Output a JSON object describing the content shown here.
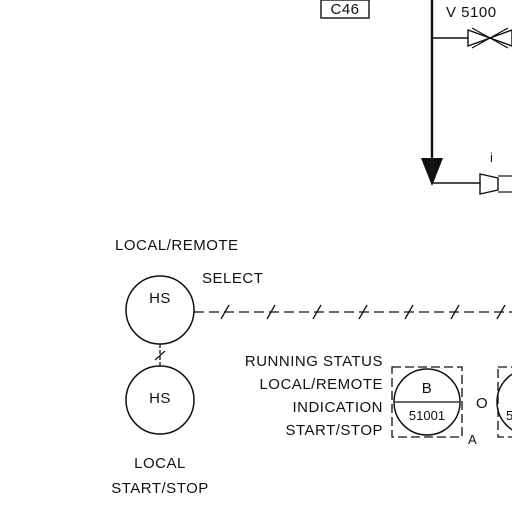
{
  "drawing": {
    "ref_tag": "C46",
    "valve_tag": "V 5100",
    "valve_small_label": "i",
    "hs_upper": {
      "label_top": "LOCAL/REMOTE",
      "label_side": "SELECT",
      "circle_text": "HS"
    },
    "hs_lower": {
      "circle_text": "HS",
      "label_bottom_line1": "LOCAL",
      "label_bottom_line2": "START/STOP"
    },
    "status_lines": [
      "RUNNING STATUS",
      "LOCAL/REMOTE",
      "INDICATION",
      "START/STOP"
    ],
    "indicator": {
      "letter": "B",
      "number": "51001",
      "suffix": "A",
      "side_label": "O",
      "cut_number": "5"
    }
  },
  "colors": {
    "line": "#111111",
    "background": "#ffffff"
  }
}
